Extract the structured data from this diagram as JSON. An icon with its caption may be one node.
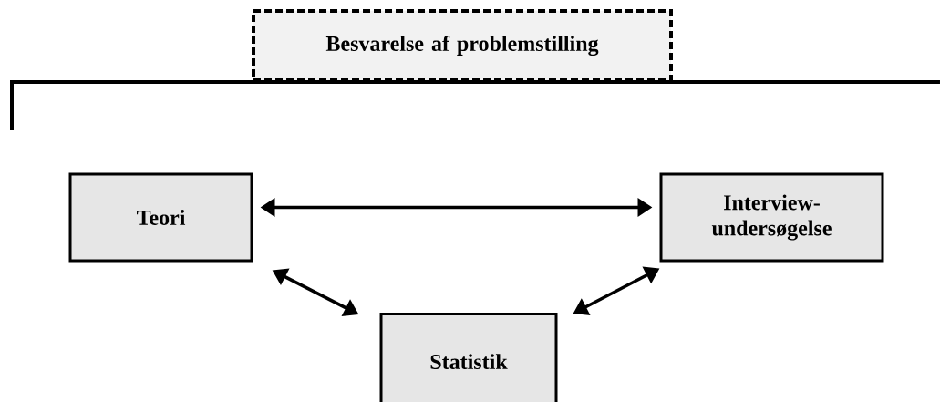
{
  "diagram": {
    "nodes": [
      {
        "text": [
          "Besvarelse af problemstilling"
        ]
      },
      {
        "text": [
          "Teori"
        ]
      },
      {
        "text": [
          "Interview- undersøgelse"
        ]
      },
      {
        "text": [
          "Statistik"
        ]
      }
    ],
    "edges": [
      {
        "from": 1,
        "to": 2,
        "arrow": "both"
      },
      {
        "from": 1,
        "to": 3,
        "arrow": "both"
      },
      {
        "from": 2,
        "to": 3,
        "arrow": "both"
      }
    ]
  }
}
